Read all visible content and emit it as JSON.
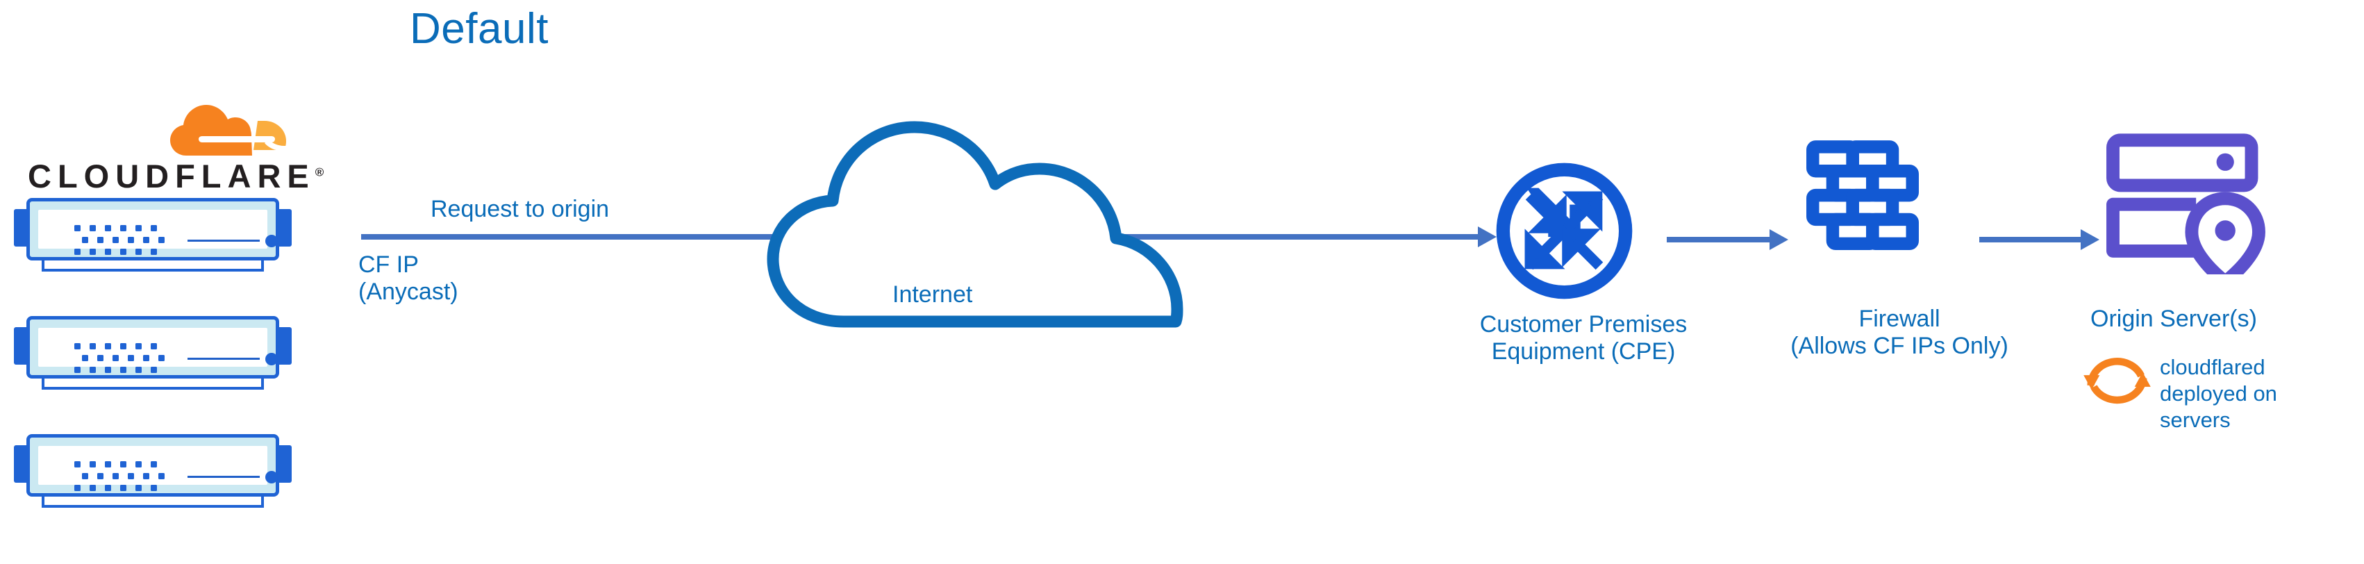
{
  "diagram": {
    "title": "Default",
    "type": "network-flow",
    "background_color": "#ffffff",
    "accent_blue": "#0a6cb8",
    "arrow_blue": "#4372c3",
    "icon_blue": "#1f63d4",
    "purple": "#5b50cc",
    "orange": "#f6821f"
  },
  "brand": {
    "name": "CLOUDFLARE",
    "registered_mark": "®",
    "logo_icon": "cloudflare-cloud-icon"
  },
  "servers": {
    "count": 3,
    "icon": "server-rack-unit-icon",
    "items": [
      {
        "name": "cloudflare-edge-server-1"
      },
      {
        "name": "cloudflare-edge-server-2"
      },
      {
        "name": "cloudflare-edge-server-3"
      }
    ]
  },
  "labels": {
    "request_to_origin": "Request to origin",
    "cf_ip": "CF IP\n(Anycast)",
    "internet": "Internet",
    "cpe": "Customer Premises\nEquipment (CPE)",
    "firewall": "Firewall\n(Allows CF IPs Only)",
    "origin_server": "Origin Server(s)",
    "cloudflared": "cloudflared\ndeployed on\nservers"
  },
  "nodes": [
    {
      "id": "cloudflare-edge",
      "label": "CLOUDFLARE",
      "icon": "server-rack-icon",
      "color": "#1f63d4"
    },
    {
      "id": "internet",
      "label": "Internet",
      "icon": "cloud-icon",
      "color": "#0a6cb8"
    },
    {
      "id": "cpe",
      "label": "Customer Premises Equipment (CPE)",
      "icon": "router-icon",
      "color": "#1f63d4"
    },
    {
      "id": "firewall",
      "label": "Firewall (Allows CF IPs Only)",
      "icon": "brick-wall-icon",
      "color": "#1f63d4"
    },
    {
      "id": "origin-server",
      "label": "Origin Server(s)",
      "icon": "server-pin-icon",
      "color": "#5b50cc"
    }
  ],
  "edges": [
    {
      "from": "cloudflare-edge",
      "to": "cpe",
      "label": "Request to origin",
      "sub_label": "CF IP (Anycast)"
    },
    {
      "from": "cpe",
      "to": "firewall",
      "label": ""
    },
    {
      "from": "firewall",
      "to": "origin-server",
      "label": ""
    }
  ],
  "annotations": [
    {
      "icon": "sync-arrows-icon",
      "color": "#f6821f",
      "text": "cloudflared deployed on servers"
    }
  ]
}
